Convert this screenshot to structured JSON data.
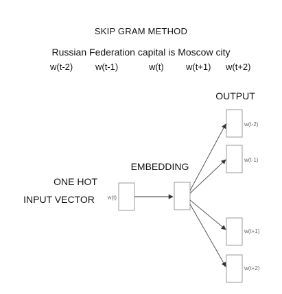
{
  "title": "SKIP GRAM METHOD",
  "sentence": [
    "Russian",
    "Federation",
    "capital",
    "is",
    "Moscow",
    "city"
  ],
  "word_labels": [
    "w(t-2)",
    "w(t-1)",
    "w(t)",
    "w(t+1)",
    "w(t+2)"
  ],
  "diagram": {
    "output_label": "OUTPUT",
    "embedding_label": "EMBEDDING",
    "input_label_line1": "ONE HOT",
    "input_label_line2": "INPUT VECTOR",
    "input_box_label": "w(t)",
    "output_box_labels": [
      "w(t-2)",
      "w(t-1)",
      "w(t+1)",
      "w(t+2)"
    ]
  }
}
